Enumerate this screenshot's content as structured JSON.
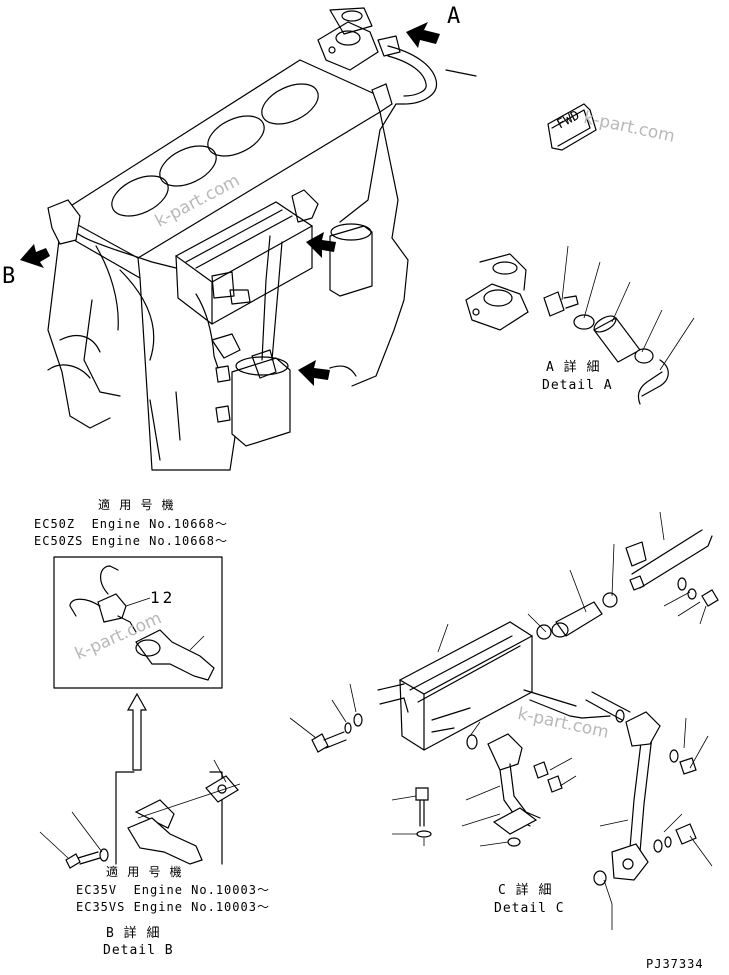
{
  "callouts": {
    "a": "A",
    "b": "B"
  },
  "fwd_label": "FWD",
  "detail_a": {
    "title_jp": "A 詳 細",
    "title_en": "Detail A"
  },
  "detail_b": {
    "title_jp": "B 詳 細",
    "title_en": "Detail B",
    "applicable_jp": "適 用 号 機",
    "serials": [
      "EC35V  Engine No.10003～",
      "EC35VS Engine No.10003～"
    ]
  },
  "detail_c": {
    "title_jp": "C 詳 細",
    "title_en": "Detail C"
  },
  "upper_block": {
    "applicable_jp": "適 用 号 機",
    "serials": [
      "EC50Z  Engine No.10668～",
      "EC50ZS Engine No.10668～"
    ],
    "part_ref": "12"
  },
  "watermarks": [
    "k-part.com",
    "k-part.com",
    "k-part.com",
    "k-part.com"
  ],
  "drawing_number": "PJ37334",
  "icons": [
    "arrow-icon",
    "engine-block-icon",
    "oil-cooler-icon",
    "bolt-icon",
    "hose-icon",
    "switch-icon"
  ]
}
